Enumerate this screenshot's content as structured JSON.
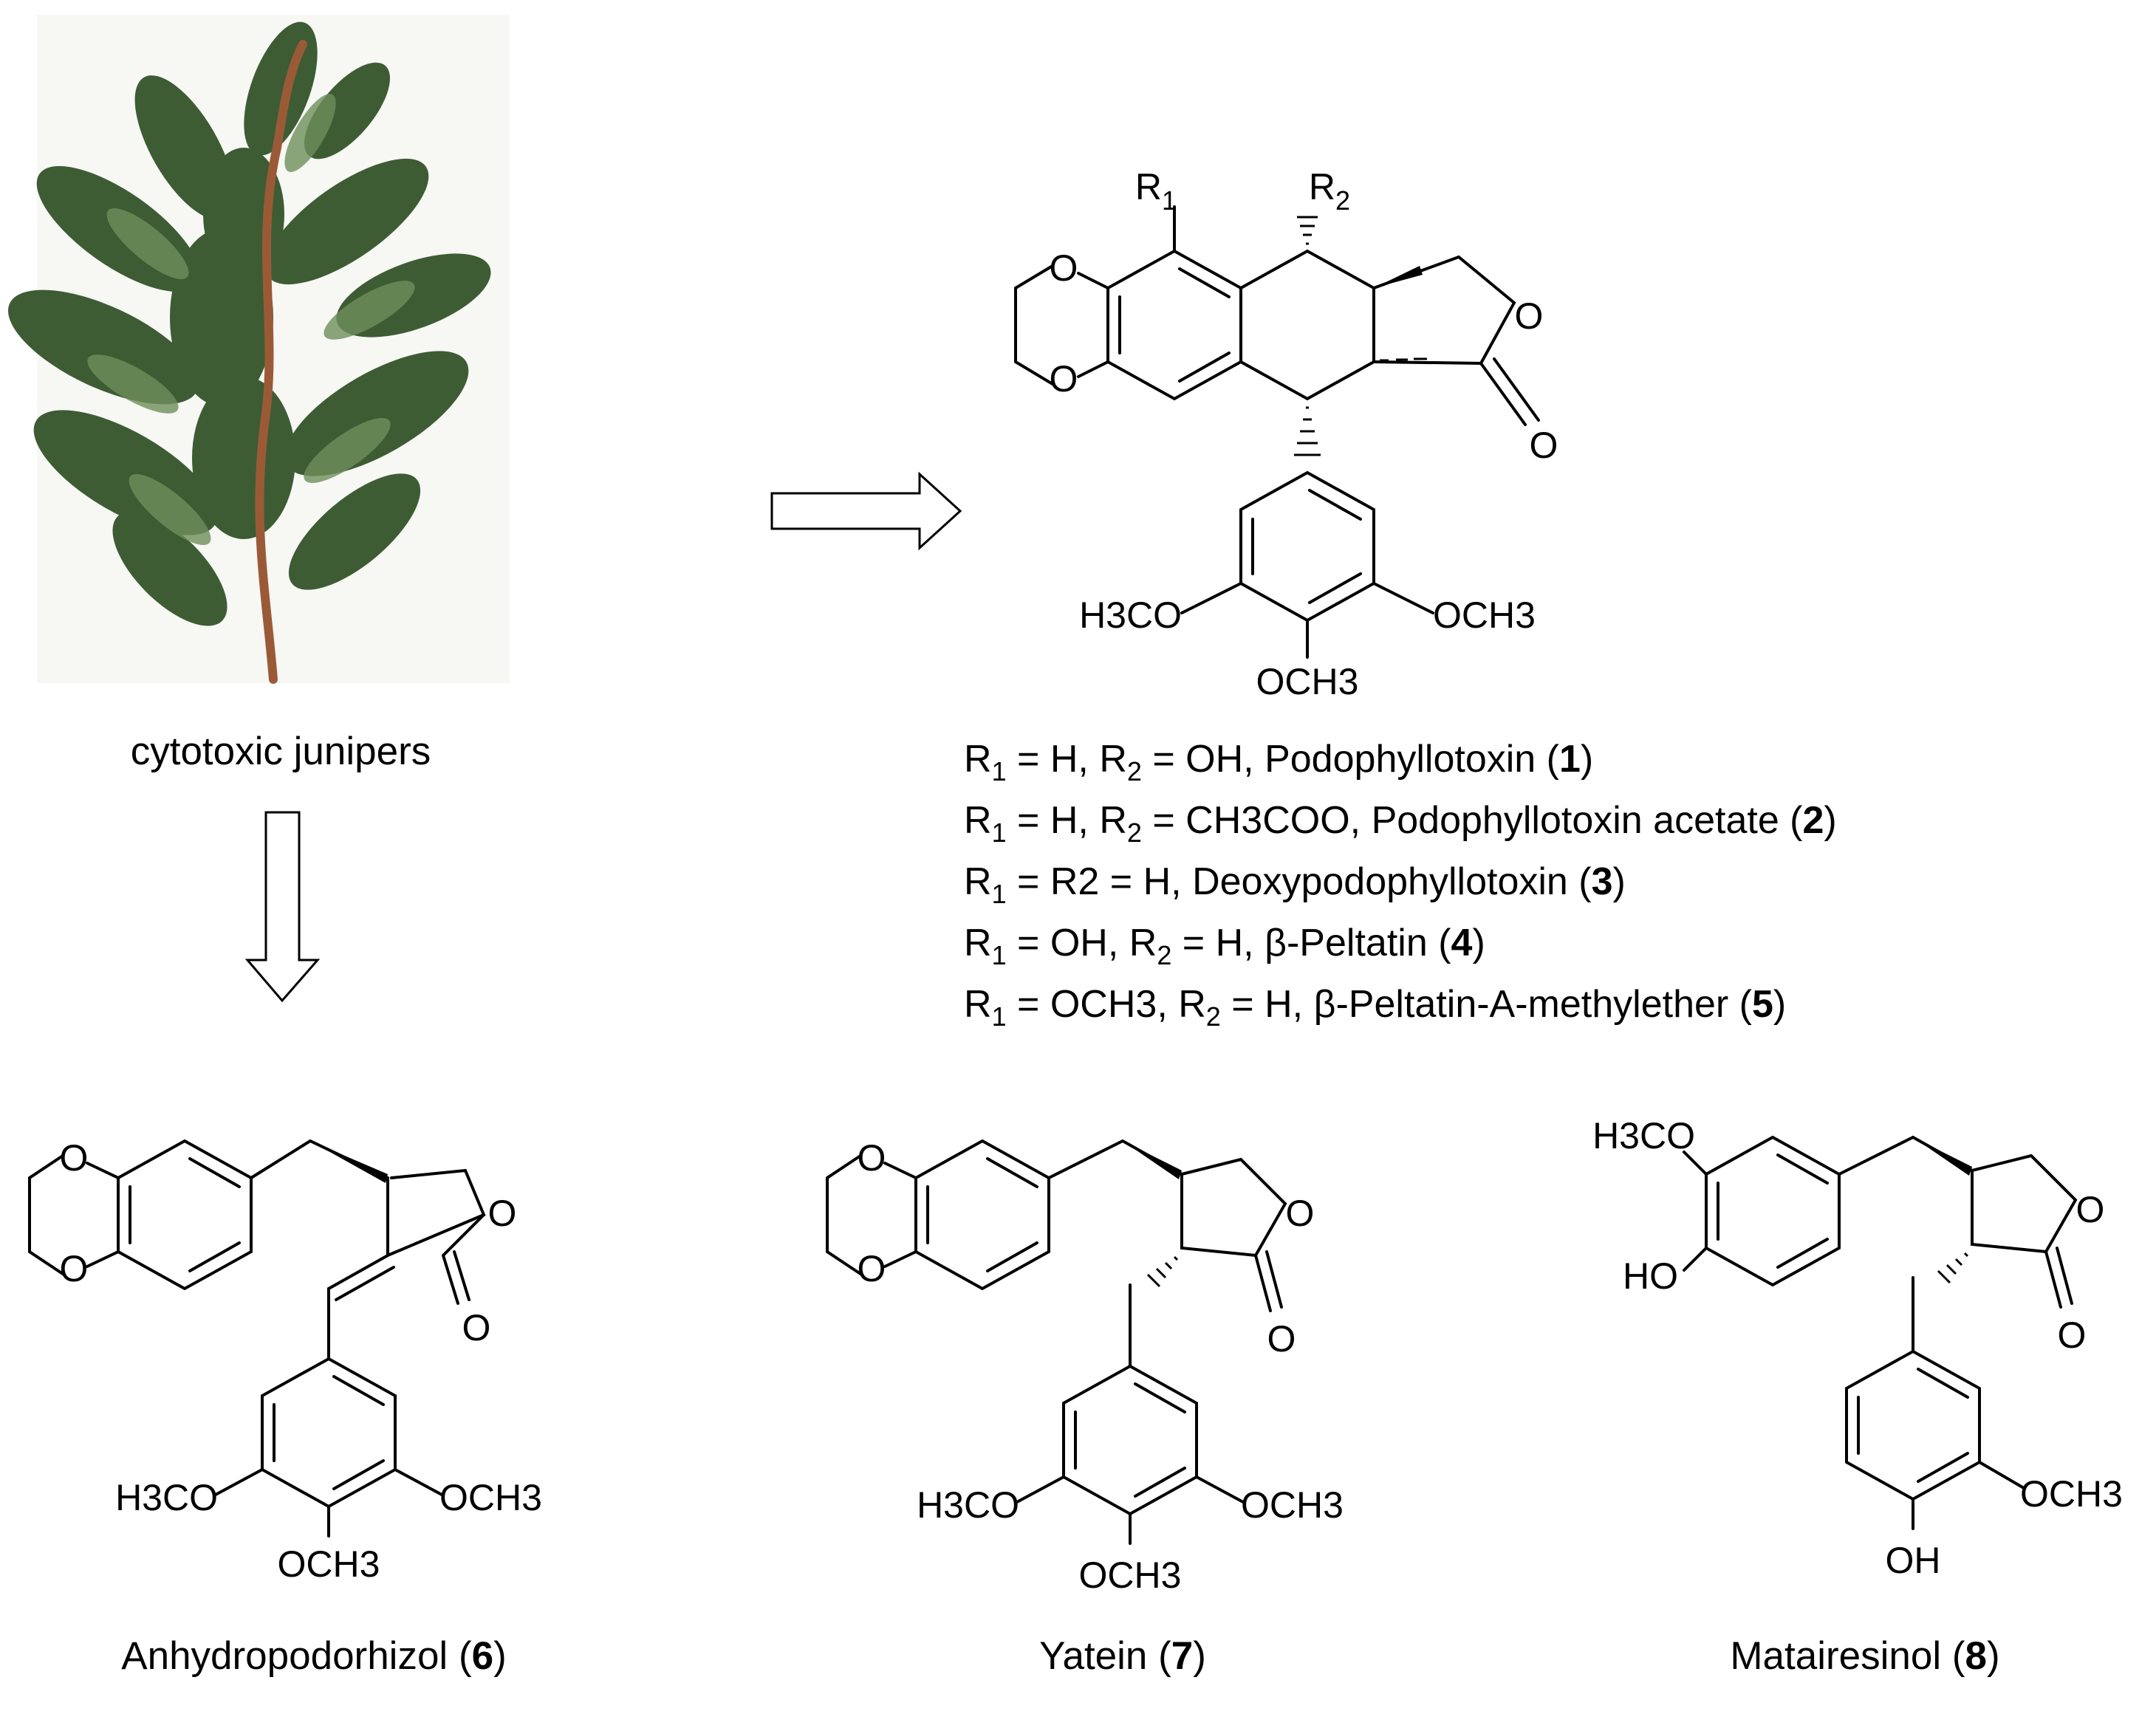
{
  "figure": {
    "plant_caption": "cytotoxic junipers",
    "main_structure": {
      "r1_label": "R",
      "r1_sub": "1",
      "r2_label": "R",
      "r2_sub": "2",
      "ring_o1": "O",
      "ring_o2": "O",
      "lactone_o": "O",
      "carbonyl_o": "O",
      "sub_left": "H3CO",
      "sub_right": "OCH3",
      "sub_bottom": "OCH3"
    },
    "r_group_list": [
      {
        "r1": "H",
        "r2": "OH",
        "name": "Podophyllotoxin",
        "number": "1"
      },
      {
        "r1": "H",
        "r2": "CH3COO",
        "name": "Podophyllotoxin acetate",
        "number": "2"
      },
      {
        "r1": "R2 = H",
        "r2": "",
        "name": "Deoxypodophyllotoxin",
        "number": "3"
      },
      {
        "r1": "OH",
        "r2": "H",
        "name": "β-Peltatin",
        "number": "4"
      },
      {
        "r1": "OCH3",
        "r2": "H",
        "name": "β-Peltatin-A-methylether",
        "number": "5"
      }
    ],
    "compounds": [
      {
        "name": "Anhydropodorhizol",
        "number": "6",
        "subs": [
          "H3CO",
          "OCH3",
          "OCH3"
        ],
        "ring_o": [
          "O",
          "O",
          "O",
          "O"
        ]
      },
      {
        "name": "Yatein",
        "number": "7",
        "subs": [
          "H3CO",
          "OCH3",
          "OCH3"
        ],
        "ring_o": [
          "O",
          "O",
          "O",
          "O"
        ]
      },
      {
        "name": "Matairesinol",
        "number": "8",
        "subs": [
          "H3CO",
          "HO",
          "OCH3",
          "OH"
        ],
        "ring_o": [
          "O",
          "O"
        ]
      }
    ]
  }
}
